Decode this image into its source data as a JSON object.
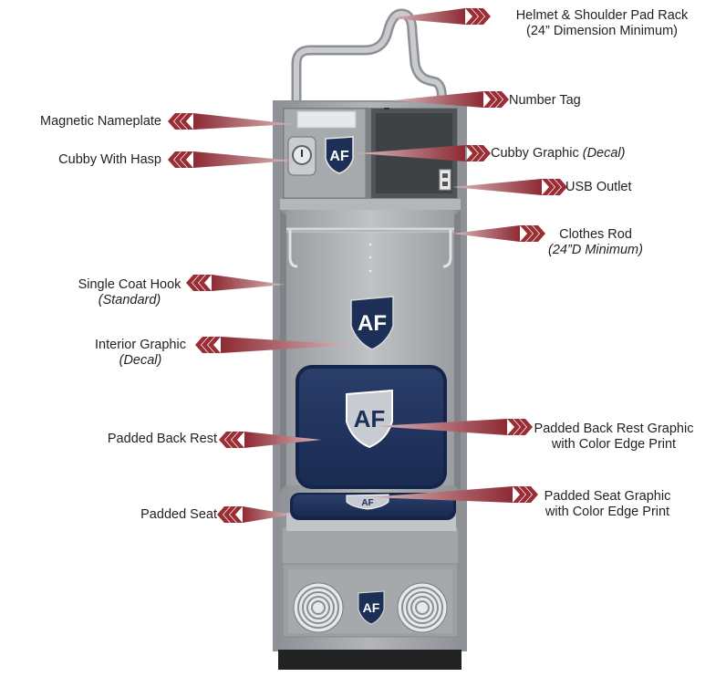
{
  "colors": {
    "arrow": "#9b2d35",
    "arrow_tail": "#b8858a",
    "locker_gray": "#9ea1a4",
    "locker_dark": "#6d7073",
    "navy": "#1c2f57",
    "base": "#222222"
  },
  "labels": {
    "helmet_rack": {
      "line1": "Helmet & Shoulder Pad Rack",
      "line2": "(24” Dimension Minimum)"
    },
    "number_tag": {
      "line1": "Number Tag"
    },
    "cubby_graphic": {
      "line1": "Cubby Graphic",
      "italic": "(Decal)"
    },
    "usb_outlet": {
      "line1": "USB Outlet"
    },
    "clothes_rod": {
      "line1": "Clothes Rod",
      "line2": "(24”D Minimum)"
    },
    "magnetic_nameplate": {
      "line1": "Magnetic Nameplate"
    },
    "cubby_hasp": {
      "line1": "Cubby With Hasp"
    },
    "coat_hook": {
      "line1": "Single Coat Hook",
      "line2": "(Standard)"
    },
    "interior_graphic": {
      "line1": "Interior Graphic",
      "line2": "(Decal)"
    },
    "padded_back_rest": {
      "line1": "Padded Back Rest"
    },
    "padded_seat": {
      "line1": "Padded Seat"
    },
    "back_rest_graphic": {
      "line1": "Padded Back Rest Graphic",
      "line2": "with Color Edge Print"
    },
    "seat_graphic": {
      "line1": "Padded Seat Graphic",
      "line2": "with Color Edge Print"
    }
  },
  "logo": {
    "text": "AF"
  }
}
